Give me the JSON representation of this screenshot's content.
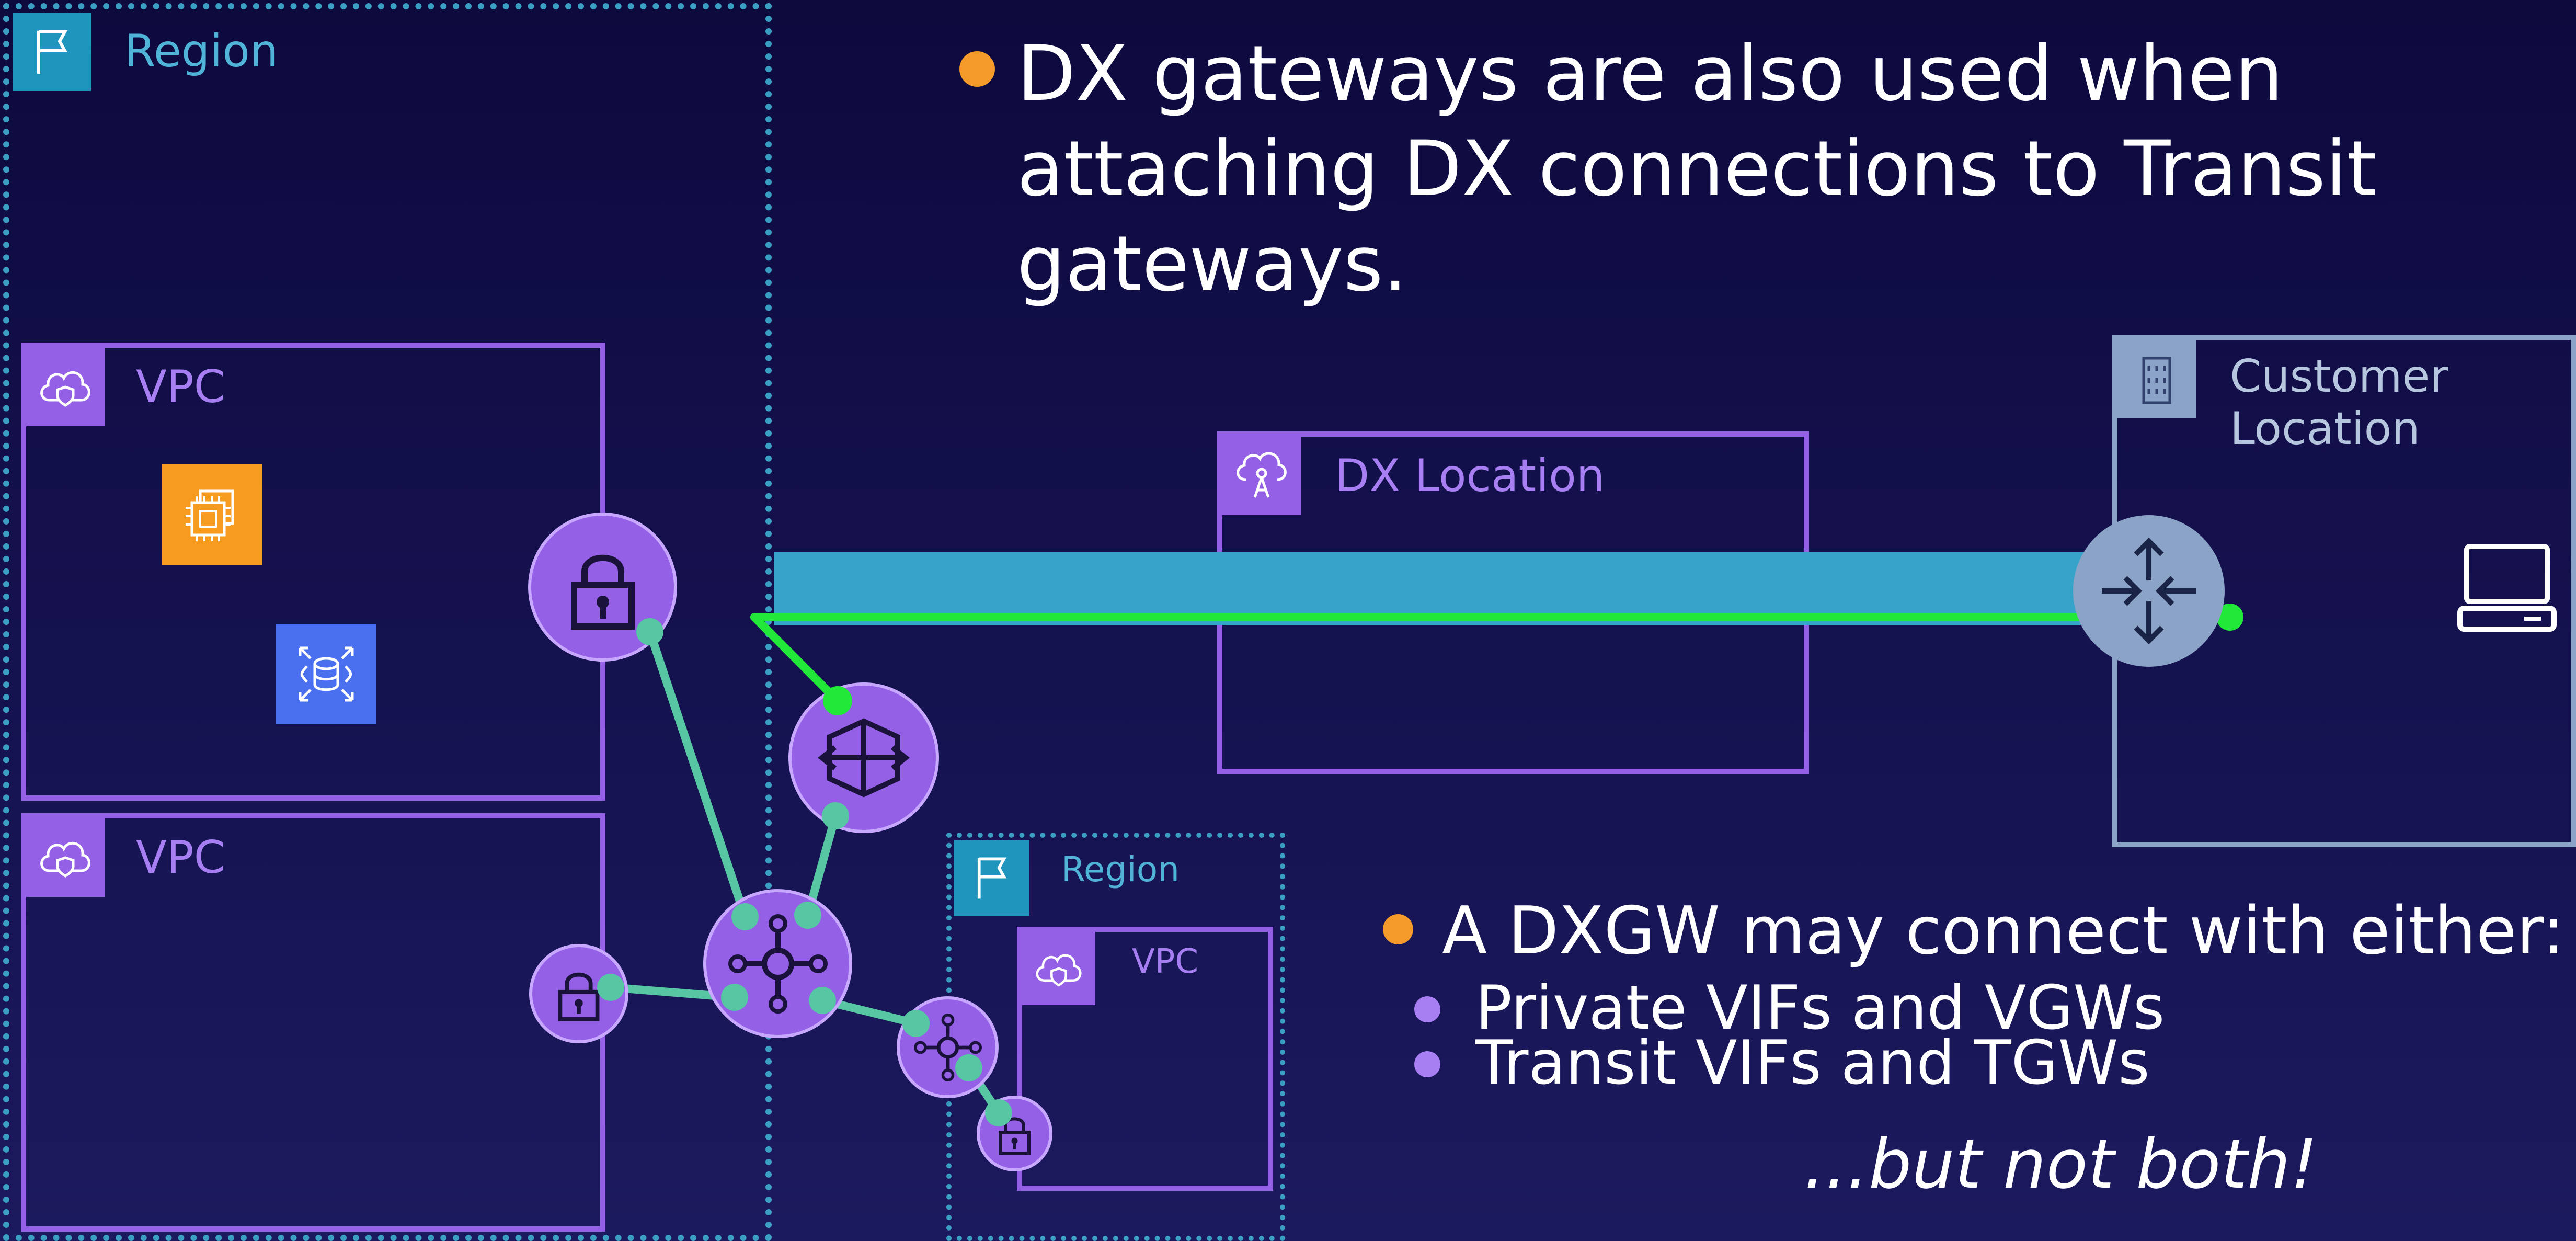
{
  "bullets": {
    "main_line1": "DX gateways are also used when",
    "main_line2": "attaching DX connections to Transit",
    "main_line3": "gateways.",
    "dxgw_head": "A DXGW may connect with either:",
    "sub1": "Private VIFs and VGWs",
    "sub2": "Transit VIFs and TGWs",
    "note": "...but not both!"
  },
  "labels": {
    "region_main": "Region",
    "region_small": "Region",
    "vpc_top": "VPC",
    "vpc_bottom": "VPC",
    "vpc_small": "VPC",
    "dx_location": "DX Location",
    "customer_line1": "Customer",
    "customer_line2": "Location"
  },
  "icons": {
    "region_flag": "flag-icon",
    "vpc_cloud": "cloud-shield-icon",
    "dx_location": "cloud-tower-icon",
    "customer": "building-icon",
    "ec2": "ec2-chip-icon",
    "rds": "database-icon",
    "vgw": "lock-icon",
    "dxgw": "dx-gateway-icon",
    "tgw": "transit-gateway-icon",
    "router": "router-arrows-icon",
    "laptop": "laptop-icon"
  },
  "colors": {
    "background": "#120f4a",
    "region_border": "#3a9fc2",
    "vpc_border": "#9360e6",
    "customer_border": "#8ba3c7",
    "dx_link": "#38a3c9",
    "green_path": "#22e83a",
    "teal_link": "#56c6a3",
    "bullet_orange": "#f39a2a",
    "bullet_purple": "#a77ff2",
    "ec2": "#f79b1e",
    "rds": "#4a70f0"
  }
}
